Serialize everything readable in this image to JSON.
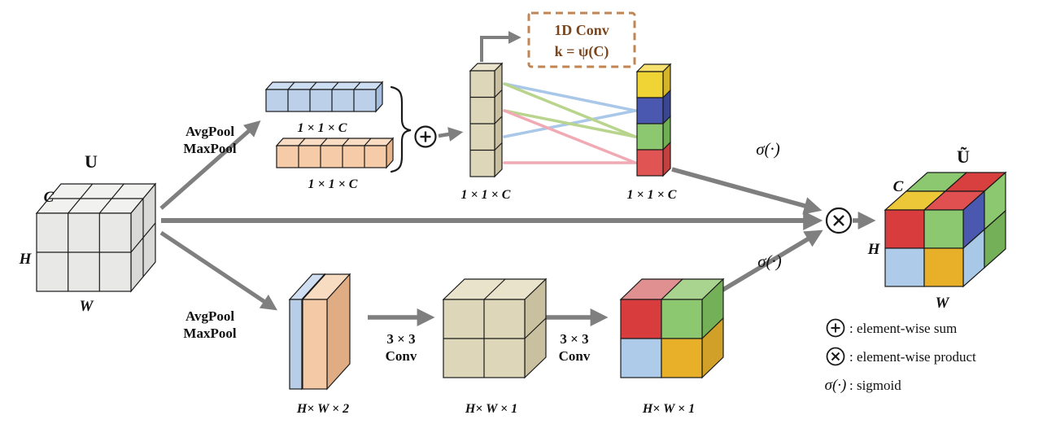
{
  "diagram": {
    "input": {
      "tensor_label": "U",
      "dim_c": "C",
      "dim_h": "H",
      "dim_w": "W"
    },
    "output": {
      "tensor_label": "Ũ",
      "dim_c": "C",
      "dim_h": "H",
      "dim_w": "W"
    },
    "channel_branch": {
      "pool_line1": "AvgPool",
      "pool_line2": "MaxPool",
      "avg_vector_label": "1 × 1 × C",
      "max_vector_label": "1 × 1 × C",
      "sum_vector_label": "1 × 1 × C",
      "attention_vector_label": "1 × 1 × C",
      "conv_line1": "1D Conv",
      "conv_line2": "k = ψ(C)",
      "sigmoid": "σ(·)"
    },
    "spatial_branch": {
      "pool_line1": "AvgPool",
      "pool_line2": "MaxPool",
      "pooled_map_label": "H× W × 2",
      "conv1_line1": "3 × 3",
      "conv1_line2": "Conv",
      "mid_map_label": "H× W × 1",
      "conv2_line1": "3 × 3",
      "conv2_line2": "Conv",
      "attention_map_label": "H× W × 1",
      "sigmoid": "σ(·)"
    },
    "legend": {
      "sum_label": ": element-wise sum",
      "product_label": ": element-wise product",
      "sigmoid_symbol": "σ(·)",
      "sigmoid_label": ": sigmoid"
    },
    "colors": {
      "arrow_gray": "#7f7f7f",
      "avg_vector_blue": "#bcd0ea",
      "max_vector_orange": "#f6cba8",
      "sum_vector_tan": "#ded6b9",
      "conv_box_border": "#c08552",
      "conv_box_text": "#7a451c",
      "line_green": "#b9d48c",
      "line_blue": "#a9c7e8",
      "line_pink": "#f1aab4",
      "channel_yellow": "#f0d335",
      "channel_indigo": "#4a58b0",
      "channel_green": "#8cc870",
      "channel_red": "#e05454",
      "spatial_red": "#d83c3c",
      "spatial_green": "#8cc870",
      "spatial_blue": "#aecbea",
      "spatial_amber": "#e8b028",
      "input_cube_gray": "#e8e8e6"
    }
  }
}
